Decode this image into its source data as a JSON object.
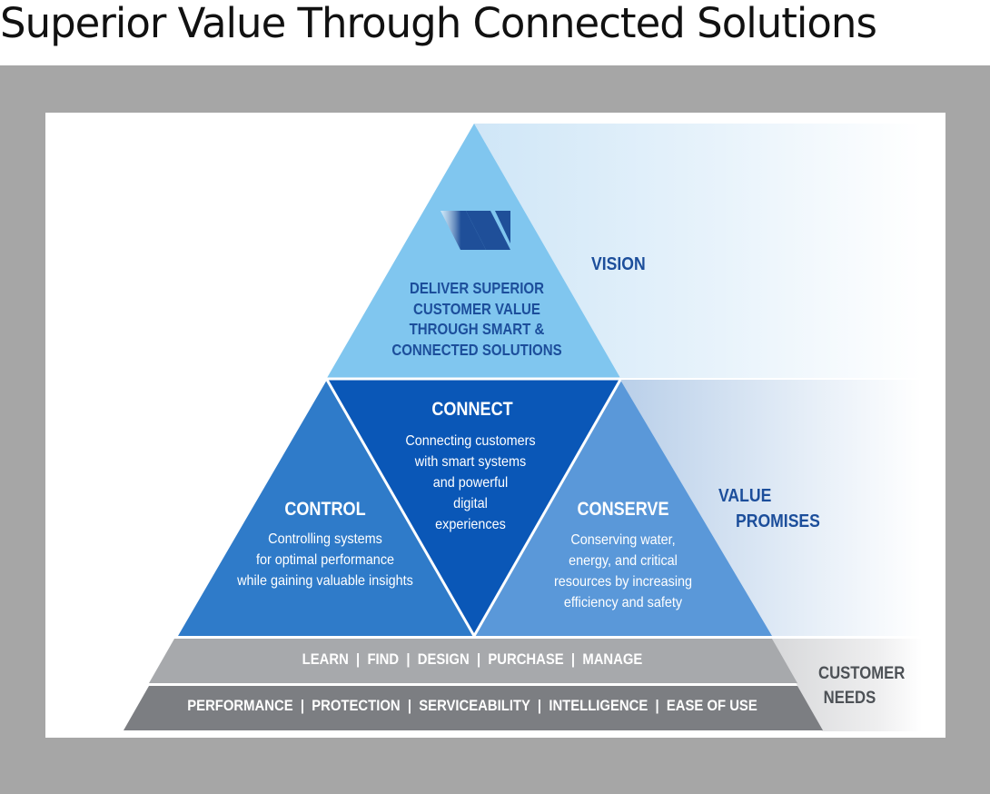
{
  "title": "Superior Value Through Connected Solutions",
  "colors": {
    "frame": "#a6a6a6",
    "vision_triangle": "#80c6ef",
    "control_triangle": "#2f7bc9",
    "connect_triangle": "#0a57b7",
    "conserve_triangle": "#5a98d9",
    "dark_text": "#1c4e9b",
    "bar_light": "#a7a9ac",
    "bar_dark": "#7c7e82"
  },
  "logo_icon": "company-logo-icon",
  "vision": {
    "lines": [
      "DELIVER SUPERIOR",
      "CUSTOMER VALUE",
      "THROUGH SMART &",
      "CONNECTED SOLUTIONS"
    ],
    "side_label": "VISION"
  },
  "connect": {
    "heading": "CONNECT",
    "lines": [
      "Connecting customers",
      "with smart systems",
      "and powerful",
      "digital",
      "experiences"
    ]
  },
  "control": {
    "heading": "CONTROL",
    "lines": [
      "Controlling systems",
      "for optimal performance",
      "while gaining valuable insights"
    ]
  },
  "conserve": {
    "heading": "CONSERVE",
    "lines": [
      "Conserving water,",
      "energy, and critical",
      "resources by increasing",
      "efficiency and safety"
    ]
  },
  "value_promises": {
    "line1": "VALUE",
    "line2": "PROMISES"
  },
  "customer_needs": {
    "line1": "CUSTOMER",
    "line2": "NEEDS",
    "bar1": "LEARN  |  FIND  |  DESIGN  |  PURCHASE  |  MANAGE",
    "bar2": "PERFORMANCE  |  PROTECTION  |  SERVICEABILITY  |  INTELLIGENCE  |  EASE OF USE"
  }
}
